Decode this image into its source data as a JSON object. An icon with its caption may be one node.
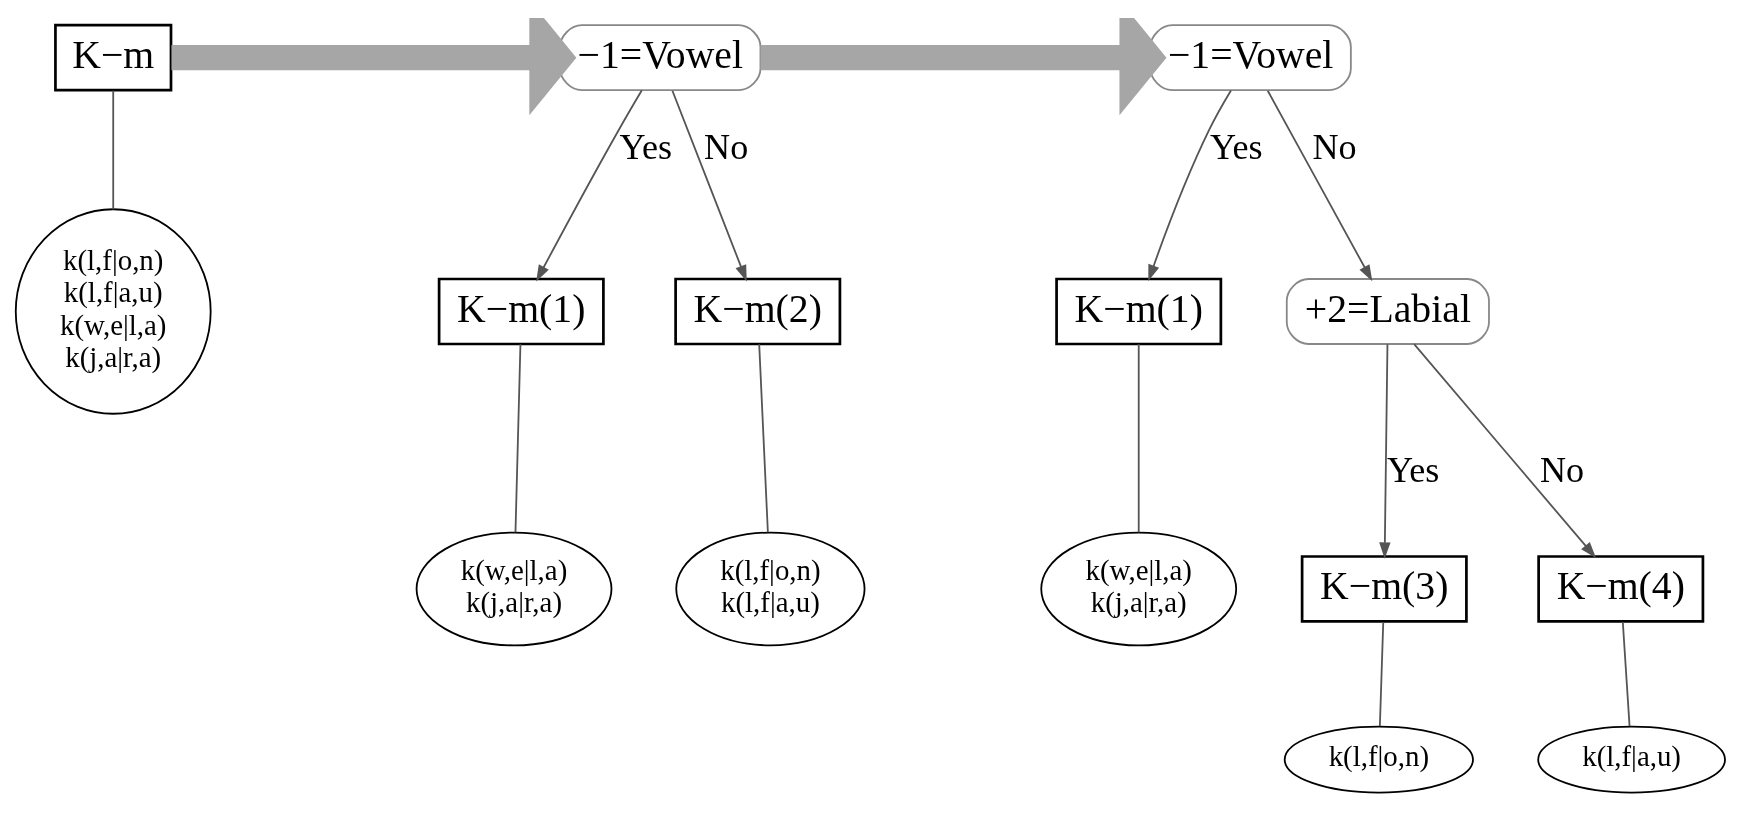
{
  "diagram": {
    "nodes": [
      {
        "text": [
          "K−m"
        ]
      },
      {
        "text": [
          "k(l,f|o,n)",
          "k(l,f|a,u)",
          "k(w,e|l,a)",
          "k(j,a|r,a)"
        ]
      },
      {
        "text": [
          "−1=Vowel"
        ]
      },
      {
        "text": [
          "K−m(1)"
        ]
      },
      {
        "text": [
          "K−m(2)"
        ]
      },
      {
        "text": [
          "k(w,e|l,a)",
          "k(j,a|r,a)"
        ]
      },
      {
        "text": [
          "k(l,f|o,n)",
          "k(l,f|a,u)"
        ]
      },
      {
        "text": [
          "−1=Vowel"
        ]
      },
      {
        "text": [
          "K−m(1)"
        ]
      },
      {
        "text": [
          "+2=Labial"
        ]
      },
      {
        "text": [
          "k(w,e|l,a)",
          "k(j,a|r,a)"
        ]
      },
      {
        "text": [
          "K−m(3)"
        ]
      },
      {
        "text": [
          "K−m(4)"
        ]
      },
      {
        "text": [
          "k(l,f|o,n)"
        ]
      },
      {
        "text": [
          "k(l,f|a,u)"
        ]
      }
    ],
    "edges": [
      {
        "from": 0,
        "to": 1,
        "arrow": "none"
      },
      {
        "from": 0,
        "to": 2,
        "arrow": "to",
        "style": "thick",
        "color": "#a6a6a6"
      },
      {
        "from": 2,
        "to": 3,
        "label": "Yes",
        "arrow": "to"
      },
      {
        "from": 2,
        "to": 4,
        "label": "No",
        "arrow": "to"
      },
      {
        "from": 3,
        "to": 5,
        "arrow": "none"
      },
      {
        "from": 4,
        "to": 6,
        "arrow": "none"
      },
      {
        "from": 2,
        "to": 7,
        "arrow": "to",
        "style": "thick",
        "color": "#a6a6a6"
      },
      {
        "from": 7,
        "to": 8,
        "label": "Yes",
        "arrow": "to"
      },
      {
        "from": 7,
        "to": 9,
        "label": "No",
        "arrow": "to"
      },
      {
        "from": 8,
        "to": 10,
        "arrow": "none"
      },
      {
        "from": 9,
        "to": 11,
        "label": "Yes",
        "arrow": "to"
      },
      {
        "from": 9,
        "to": 12,
        "label": "No",
        "arrow": "to"
      },
      {
        "from": 11,
        "to": 13,
        "arrow": "none"
      },
      {
        "from": 12,
        "to": 14,
        "arrow": "none"
      }
    ]
  }
}
